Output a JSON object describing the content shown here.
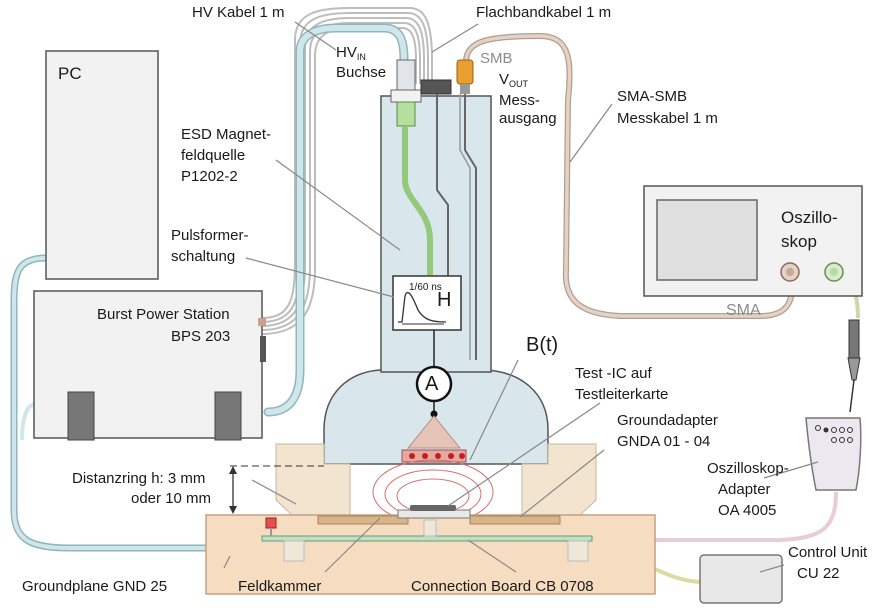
{
  "labels": {
    "pc": "PC",
    "hv_kabel": "HV Kabel  1 m",
    "flachband": "Flachbandkabel 1 m",
    "hv_in_main": "HV",
    "hv_in_sub": "IN",
    "buchse": "Buchse",
    "smb": "SMB",
    "vout_main": "V",
    "vout_sub": "OUT",
    "mess_1": "Mess-",
    "mess_2": "ausgang",
    "sma_smb_1": "SMA-SMB",
    "sma_smb_2": "Messkabel 1 m",
    "esd_1": "ESD Magnet-",
    "esd_2": "feldquelle",
    "esd_3": "P1202-2",
    "oszi_1": "Oszillo-",
    "oszi_2": "skop",
    "sma": "SMA",
    "puls_1": "Pulsformer-",
    "puls_2": "schaltung",
    "pulse_ns": "1/60 ns",
    "pulse_h": "H",
    "bps_1": "Burst Power Station",
    "bps_2": "BPS 203",
    "bt": "B(t)",
    "ammeter": "A",
    "testic_1": "Test -IC auf",
    "testic_2": "Testleiterkarte",
    "gnda_1": "Groundadapter",
    "gnda_2": "GNDA 01 - 04",
    "dist_1": "Distanzring h:  3 mm",
    "dist_2": "oder 10 mm",
    "oa_1": "Oszilloskop-",
    "oa_2": "Adapter",
    "oa_3": "OA 4005",
    "cu_1": "Control Unit",
    "cu_2": "CU 22",
    "gnd25": "Groundplane GND 25",
    "feldkammer": "Feldkammer",
    "cb": "Connection Board CB 0708"
  },
  "colors": {
    "hv_cable": "#cfe6ea",
    "hv_cable_edge": "#8fb6be",
    "ribbon": "#c9c9c9",
    "sma_cable": "#e3d3c6",
    "sma_cable_edge": "#b49d8c",
    "probe_body": "#d9e6ec",
    "green_line": "#93c97a",
    "board": "#f6dcc0",
    "board_edge": "#c6a27f",
    "box_fill": "#f2f2f2",
    "box_edge": "#555555",
    "pink_loop": "#d06a6a",
    "smb_connector": "#e8a030"
  }
}
